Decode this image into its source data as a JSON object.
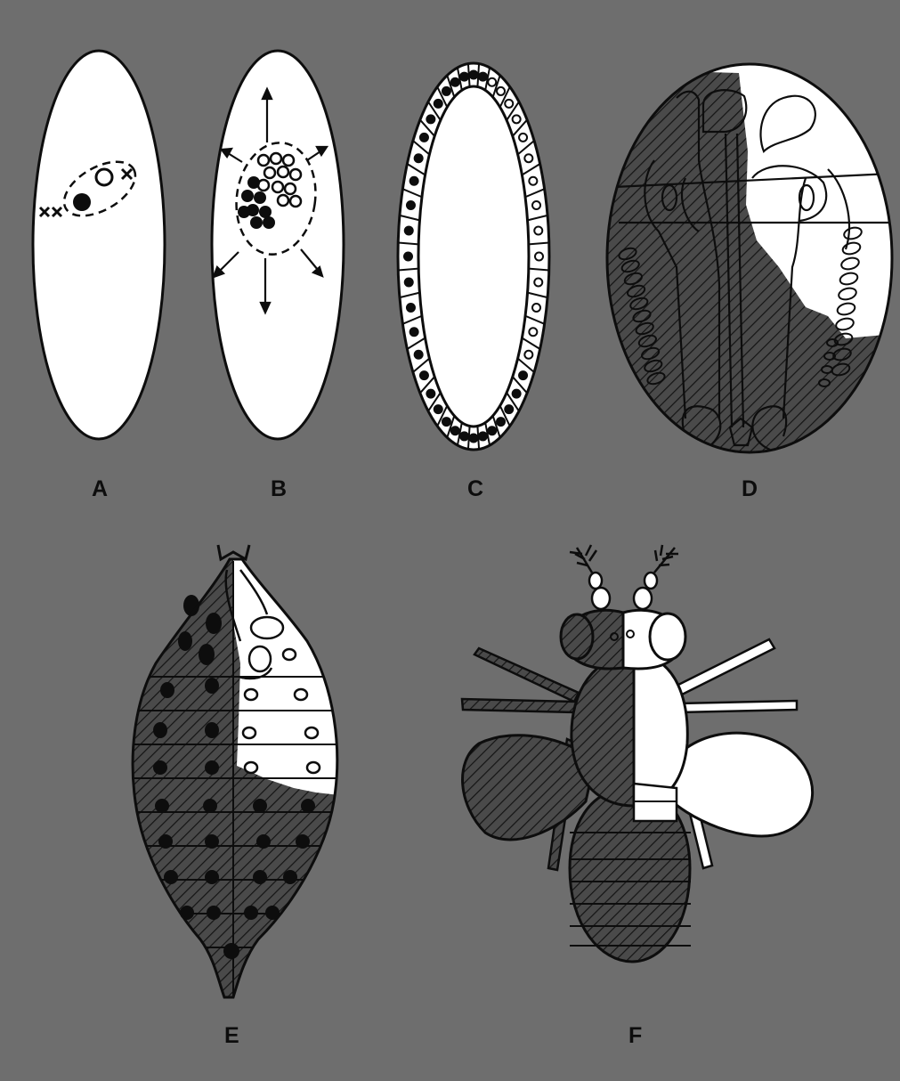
{
  "figure": {
    "panels": [
      {
        "id": "A",
        "label": "A"
      },
      {
        "id": "B",
        "label": "B"
      },
      {
        "id": "C",
        "label": "C"
      },
      {
        "id": "D",
        "label": "D"
      },
      {
        "id": "E",
        "label": "E"
      },
      {
        "id": "F",
        "label": "F"
      }
    ],
    "colors": {
      "background": "#6e6e6e",
      "ink": "#0d0d0d",
      "light_region": "#ffffff",
      "hatched_region": "#4a4a4a"
    }
  }
}
